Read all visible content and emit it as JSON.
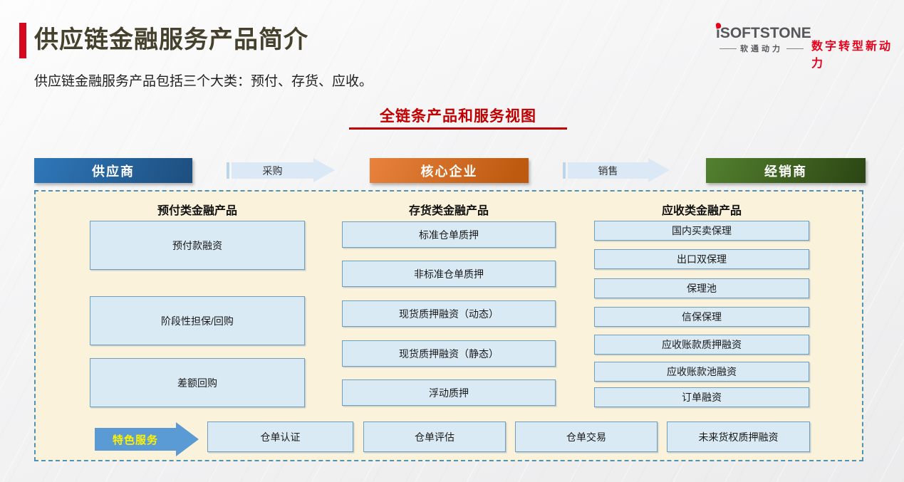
{
  "header": {
    "title": "供应链金融服务产品简介",
    "logo": {
      "brand": "iSOFTSTONE",
      "brand_cn": "软通动力",
      "tagline": "数字转型新动力"
    }
  },
  "intro": "供应链金融服务产品包括三个大类：预付、存货、应收。",
  "section_title": "全链条产品和服务视图",
  "flow": {
    "nodes": [
      {
        "label": "供应商"
      },
      {
        "label": "核心企业"
      },
      {
        "label": "经销商"
      }
    ],
    "arrows": [
      {
        "label": "采购"
      },
      {
        "label": "销售"
      }
    ]
  },
  "panel": {
    "columns": [
      {
        "header": "预付类金融产品",
        "items": [
          "预付款融资",
          "阶段性担保/回购",
          "差额回购"
        ]
      },
      {
        "header": "存货类金融产品",
        "items": [
          "标准仓单质押",
          "非标准仓单质押",
          "现货质押融资（动态）",
          "现货质押融资（静态）",
          "浮动质押"
        ]
      },
      {
        "header": "应收类金融产品",
        "items": [
          "国内买卖保理",
          "出口双保理",
          "保理池",
          "信保保理",
          "应收账款质押融资",
          "应收账款池融资",
          "订单融资"
        ]
      }
    ],
    "special": {
      "label": "特色服务",
      "items": [
        "仓单认证",
        "仓单评估",
        "仓单交易",
        "未来货权质押融资"
      ]
    }
  },
  "colors": {
    "accent_red": "#D6081F",
    "section_red": "#C00000",
    "title_text": "#45412D",
    "logo_red": "#E8001A",
    "supplier_blue_gradient": [
      "#2F78BA",
      "#1D4E7E"
    ],
    "core_orange_gradient": [
      "#E8823D",
      "#BE5A10"
    ],
    "dealer_green_gradient": [
      "#53812F",
      "#2B4513"
    ],
    "flow_arrow_fill": "#DAE9F5",
    "panel_bg": "#FBF2DC",
    "panel_border": "#4E93B4",
    "box_fill": "#D9EAF4",
    "box_border": "#6E9FBE",
    "special_arrow_blue": "#5B9BD5",
    "special_arrow_text": "#FFF200"
  }
}
